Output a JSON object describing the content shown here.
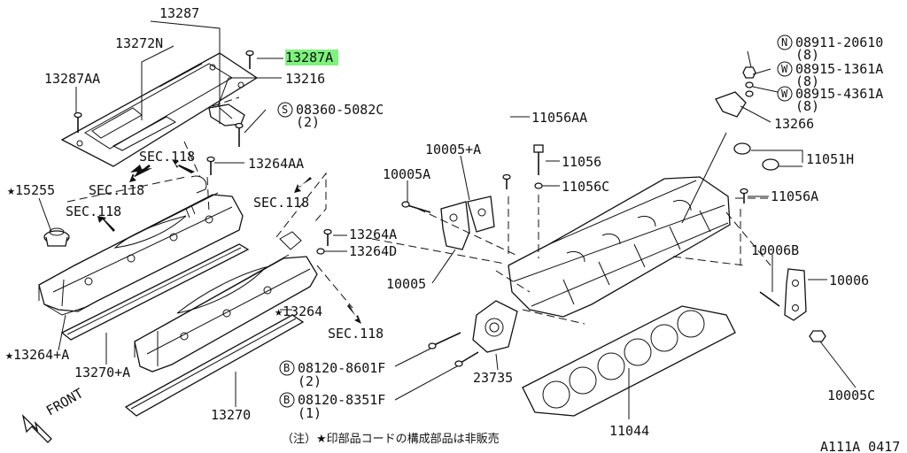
{
  "labels": {
    "p13287": "13287",
    "p13272N": "13272N",
    "p13287A": "13287A",
    "p13287AA": "13287AA",
    "p13216": "13216",
    "s08360": "08360-5082C",
    "s08360_qty": "(2)",
    "sec118_a": "SEC.118",
    "sec118_b": "SEC.118",
    "sec118_c": "SEC.118",
    "sec118_d": "SEC.118",
    "sec118_e": "SEC.118",
    "p13264AA": "13264AA",
    "p15255": "★15255",
    "p13264A": "13264A",
    "p13264D": "13264D",
    "p13264": "★13264",
    "p13264plusA": "★13264+A",
    "p13270plusA": "13270+A",
    "p13270": "13270",
    "b08120_8601": "08120-8601F",
    "b08120_8601_qty": "(2)",
    "b08120_8351": "08120-8351F",
    "b08120_8351_qty": "(1)",
    "p23735": "23735",
    "p11044": "11044",
    "p10005": "10005",
    "p10005A": "10005A",
    "p10005plusA": "10005+A",
    "p11056AA": "11056AA",
    "p11056": "11056",
    "p11056C": "11056C",
    "n08911": "08911-20610",
    "n08911_qty": "(8)",
    "w08915_1361": "08915-1361A",
    "w08915_1361_qty": "(8)",
    "w08915_4361": "08915-4361A",
    "w08915_4361_qty": "(8)",
    "p13266": "13266",
    "p11051H": "11051H",
    "p11056A": "11056A",
    "p10006B": "10006B",
    "p10006": "10006",
    "p10005C": "10005C",
    "front": "FRONT",
    "footnote": "（注）★印部品コードの構成部品は非販売",
    "diagram_id": "A111A 0417"
  },
  "symbols": {
    "S": "S",
    "B1": "B",
    "B2": "B",
    "N": "N",
    "W1": "W",
    "W2": "W"
  },
  "highlight_color": "#7df27d"
}
